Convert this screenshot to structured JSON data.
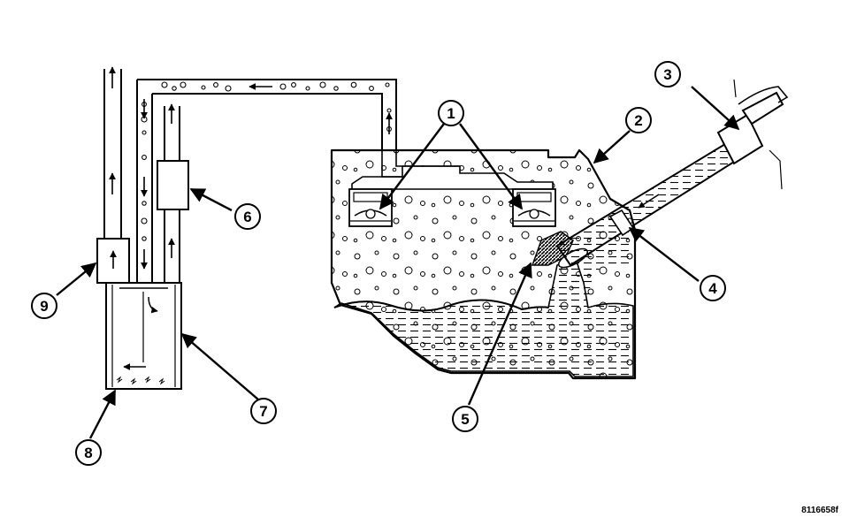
{
  "figure": {
    "id_code": "8116658f",
    "callouts": [
      {
        "id": "callout-1",
        "label": "1"
      },
      {
        "id": "callout-2",
        "label": "2"
      },
      {
        "id": "callout-3",
        "label": "3"
      },
      {
        "id": "callout-4",
        "label": "4"
      },
      {
        "id": "callout-5",
        "label": "5"
      },
      {
        "id": "callout-6",
        "label": "6"
      },
      {
        "id": "callout-7",
        "label": "7"
      },
      {
        "id": "callout-8",
        "label": "8"
      },
      {
        "id": "callout-9",
        "label": "9"
      }
    ]
  },
  "colors": {
    "ink": "#000000",
    "paper": "#ffffff"
  }
}
